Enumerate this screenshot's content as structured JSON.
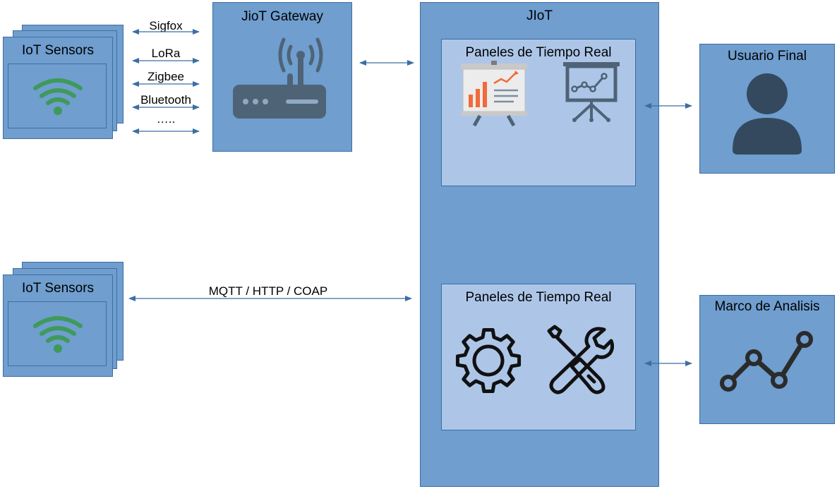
{
  "sensors_top": {
    "title": "IoT Sensors"
  },
  "sensors_bottom": {
    "title": "IoT Sensors"
  },
  "gateway": {
    "title": "JioT Gateway"
  },
  "platform": {
    "title": "JIoT",
    "panel_top": {
      "title": "Paneles de Tiempo Real"
    },
    "panel_bottom": {
      "title": "Paneles de Tiempo Real"
    }
  },
  "end_user": {
    "title": "Usuario Final"
  },
  "analytics": {
    "title": "Marco de Analisis"
  },
  "protocols": [
    "Sigfox",
    "LoRa",
    "Zigbee",
    "Bluetooth",
    "….."
  ],
  "bottom_link": {
    "label": "MQTT / HTTP / COAP"
  },
  "icons": {
    "wifi": "wifi-icon",
    "router": "router-icon",
    "bar_board": "bar-chart-board-icon",
    "line_board": "line-chart-board-icon",
    "gear": "gear-icon",
    "tools": "tools-icon",
    "user": "user-icon",
    "line_chart": "line-chart-icon"
  },
  "colors": {
    "box_fill": "#6f9ecf",
    "panel_fill": "#adc6e8",
    "border": "#3e6ea3",
    "wifi": "#3e9a5a",
    "icon_dark": "#34495e",
    "chart_orange": "#f16a3a",
    "arrow": "#3b6ea5"
  }
}
